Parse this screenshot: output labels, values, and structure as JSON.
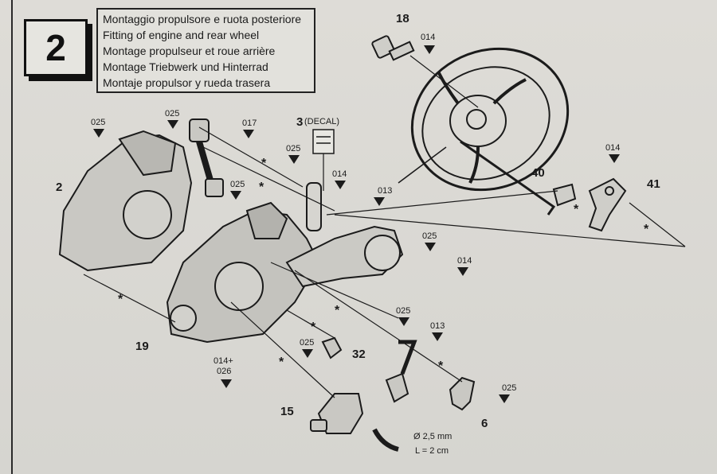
{
  "step": {
    "number": "2"
  },
  "titles": [
    "Montaggio propulsore e ruota posteriore",
    "Fitting of engine and rear wheel",
    "Montage propulseur et roue arrière",
    "Montage Triebwerk und Hinterrad",
    "Montaje propulsor y rueda trasera"
  ],
  "parts": {
    "p18": "18",
    "p3": "3",
    "decal": "(DECAL)",
    "p2": "2",
    "p40": "40",
    "p41": "41",
    "p19": "19",
    "p32": "32",
    "p15": "15",
    "p6": "6",
    "p014_026": "014+",
    "p026": "026"
  },
  "paints": {
    "c014_a": "014",
    "c025_a": "025",
    "c025_b": "025",
    "c017": "017",
    "c025_c": "025",
    "c014_b": "014",
    "c025_d": "025",
    "c013_a": "013",
    "c025_e": "025",
    "c014_c": "014",
    "c014_d": "014",
    "c025_f": "025",
    "c013_b": "013",
    "c025_g": "025",
    "c025_h": "025"
  },
  "spec": {
    "diameter": "Ø 2,5 mm",
    "length": "L = 2 cm"
  }
}
